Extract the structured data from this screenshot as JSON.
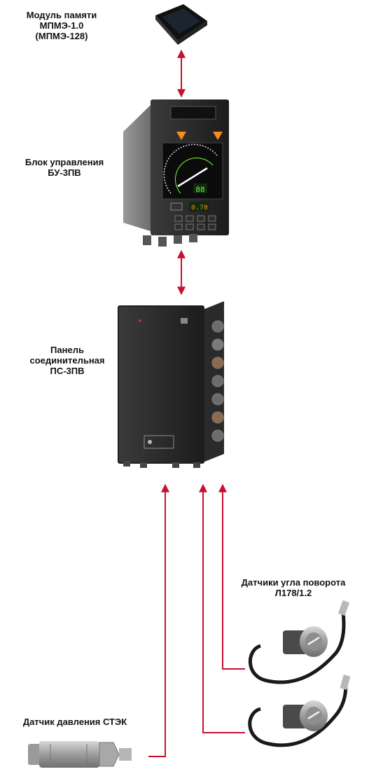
{
  "labels": {
    "memory_module": [
      "Модуль памяти",
      "МПМЭ-1.0",
      "(МПМЭ-128)"
    ],
    "control_unit": [
      "Блок управления",
      "БУ-3ПВ"
    ],
    "connection_panel": [
      "Панель",
      "соединительная",
      "ПС-3ПВ"
    ],
    "angle_sensors": [
      "Датчики угла поворота",
      "Л178/1.2"
    ],
    "pressure_sensor": [
      "Датчик давления СТЭК"
    ]
  },
  "device_text": {
    "display_value": "88",
    "display_value_2": "0.78"
  },
  "colors": {
    "arrow": "#c8102e",
    "device_body": "#2b2b2b",
    "display_green": "#7cff3a",
    "warning_orange": "#ff8a1a"
  }
}
